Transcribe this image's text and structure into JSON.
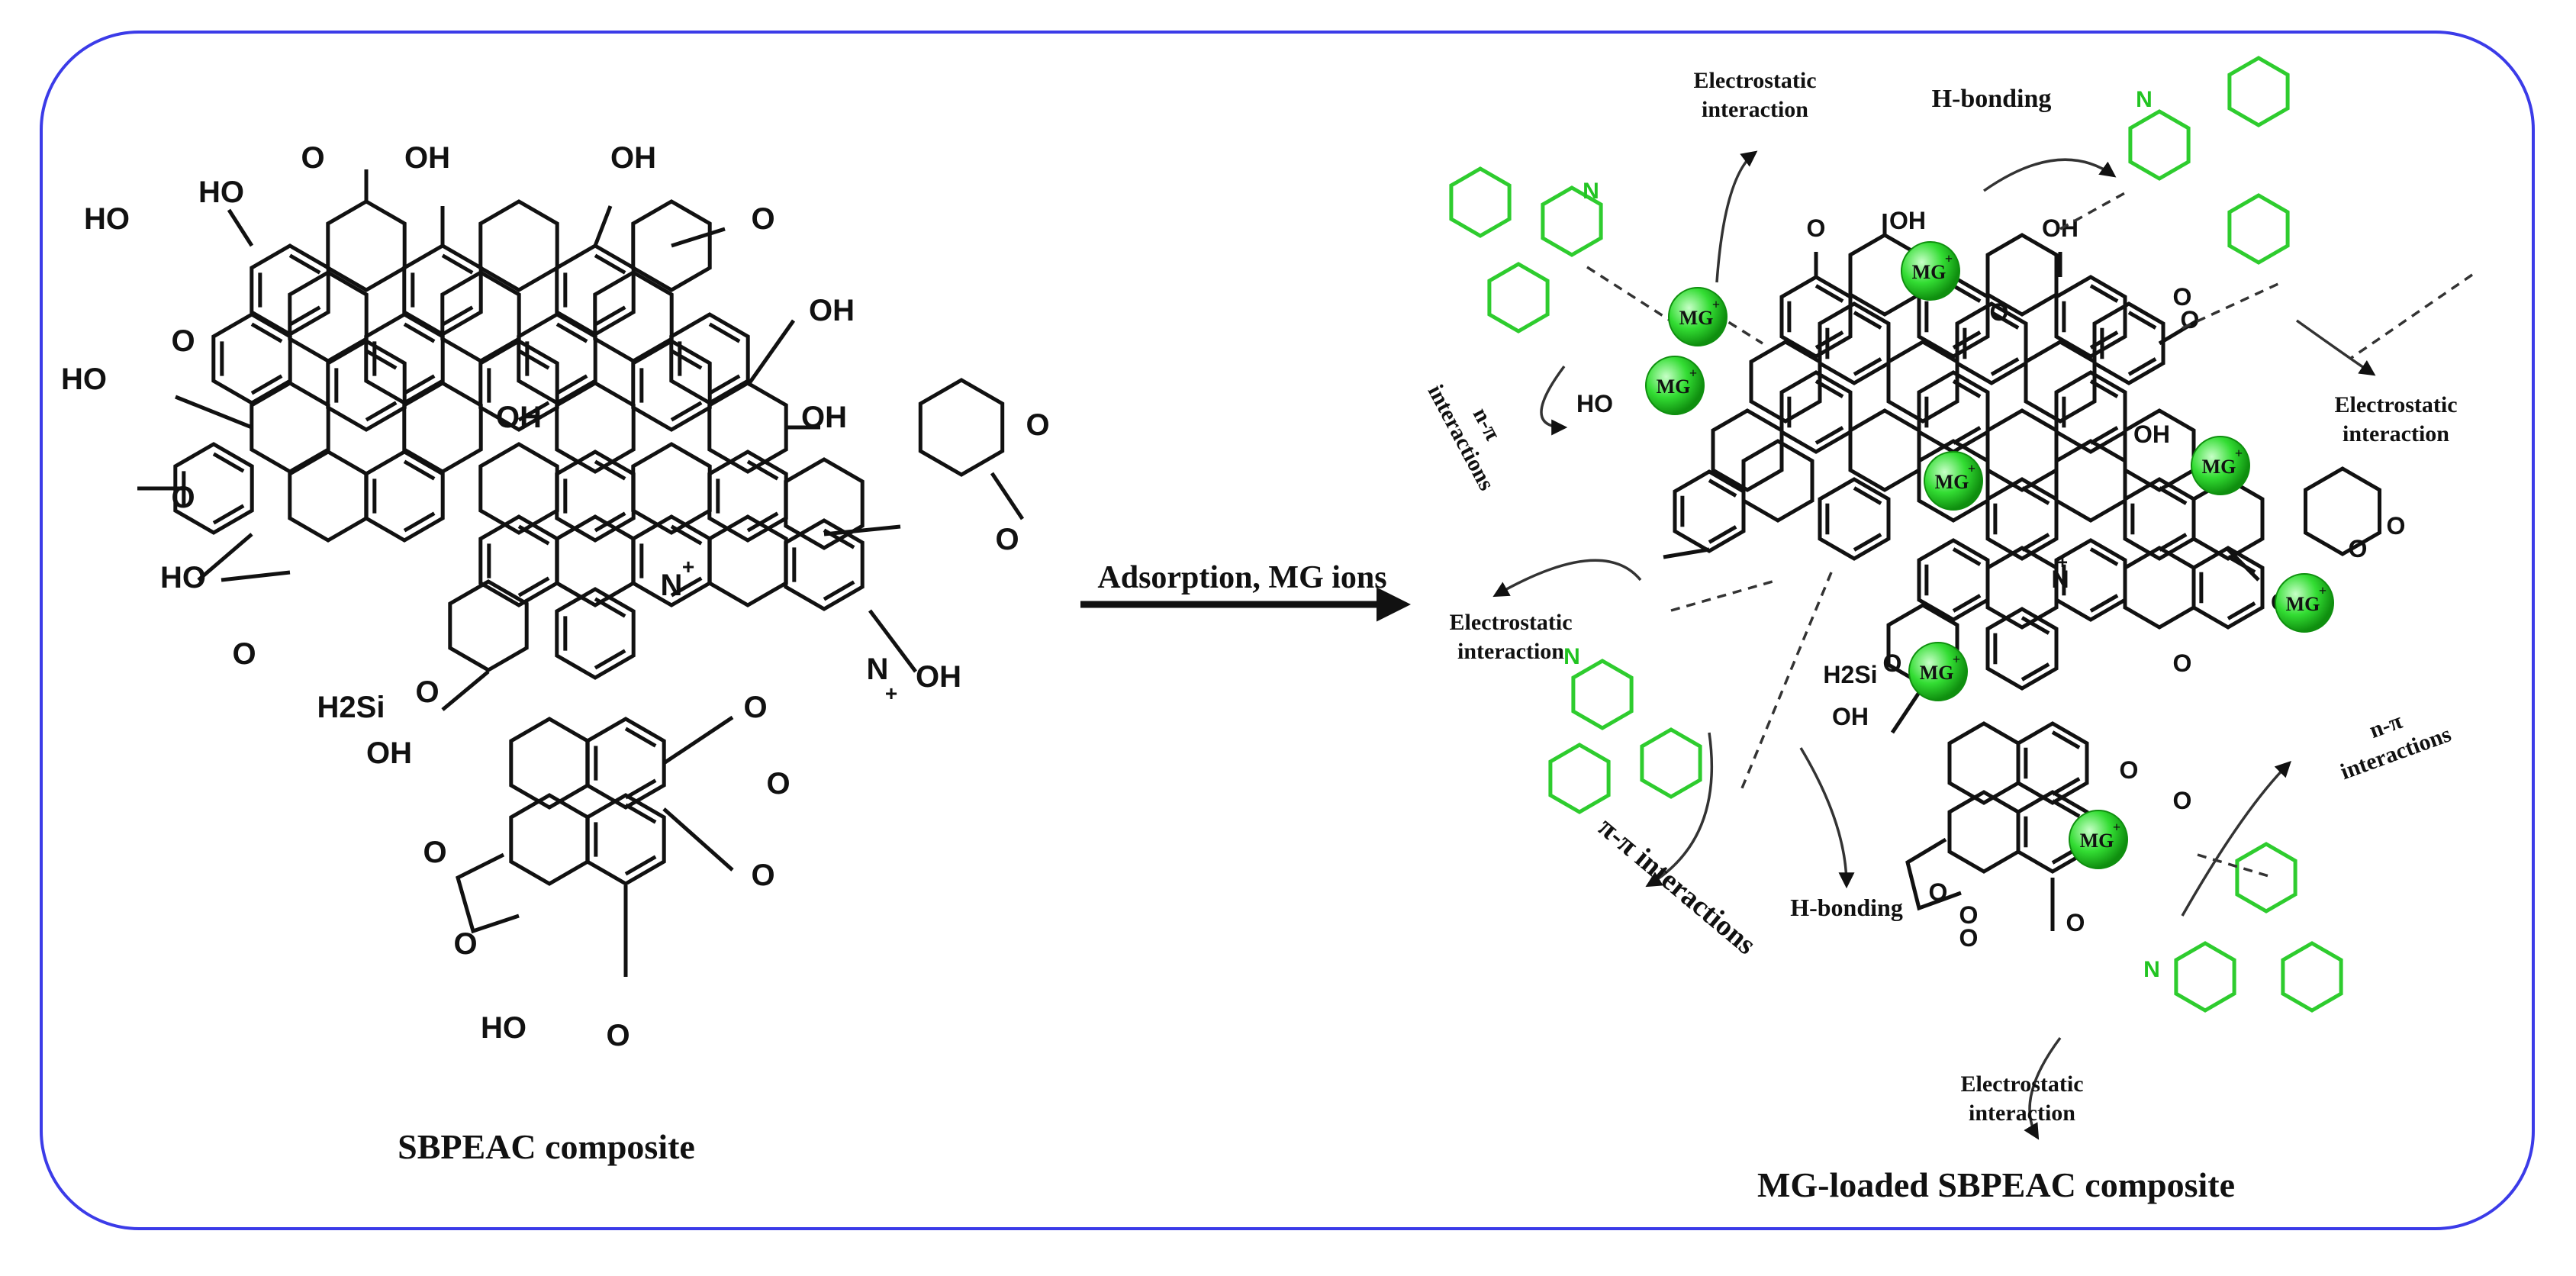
{
  "left_structure": {
    "caption": "SBPEAC composite",
    "atoms": [
      "HO",
      "O",
      "OH",
      "OH",
      "HO",
      "O",
      "OH",
      "HO",
      "O",
      "OH",
      "O",
      "HO",
      "O",
      "OH",
      "N",
      "+",
      "O",
      "O",
      "N",
      "+",
      "OH",
      "H2Si",
      "O",
      "OH",
      "O",
      "O",
      "O",
      "O",
      "O",
      "HO",
      "O"
    ]
  },
  "arrow": {
    "label": "Adsorption, MG ions"
  },
  "right_structure": {
    "caption": "MG-loaded SBPEAC composite",
    "mg_label": "MG",
    "mg_charge": "+",
    "interactions": {
      "electrostatic_1": [
        "Electrostatic",
        "interaction"
      ],
      "hbonding_1": "H-bonding",
      "npi_1": [
        "n-π",
        "interactions"
      ],
      "electrostatic_2": [
        "Electrostatic",
        "interaction"
      ],
      "electrostatic_3": [
        "Electrostatic",
        "interaction"
      ],
      "pipi": "π-π interactions",
      "hbonding_2": "H-bonding",
      "npi_2": [
        "n-π",
        "interactions"
      ],
      "electrostatic_4": [
        "Electrostatic",
        "interaction"
      ]
    },
    "atoms": [
      "OH",
      "O",
      "OH",
      "O",
      "O",
      "O",
      "HO",
      "OH",
      "N",
      "+",
      "OH",
      "O",
      "O",
      "H2Si",
      "O",
      "OH",
      "O",
      "O",
      "O",
      "O",
      "O",
      "O",
      "O"
    ]
  },
  "colors": {
    "frame": "#3b3be8",
    "dye": "#2ecc2e",
    "mg_ball": "#33dd33"
  }
}
